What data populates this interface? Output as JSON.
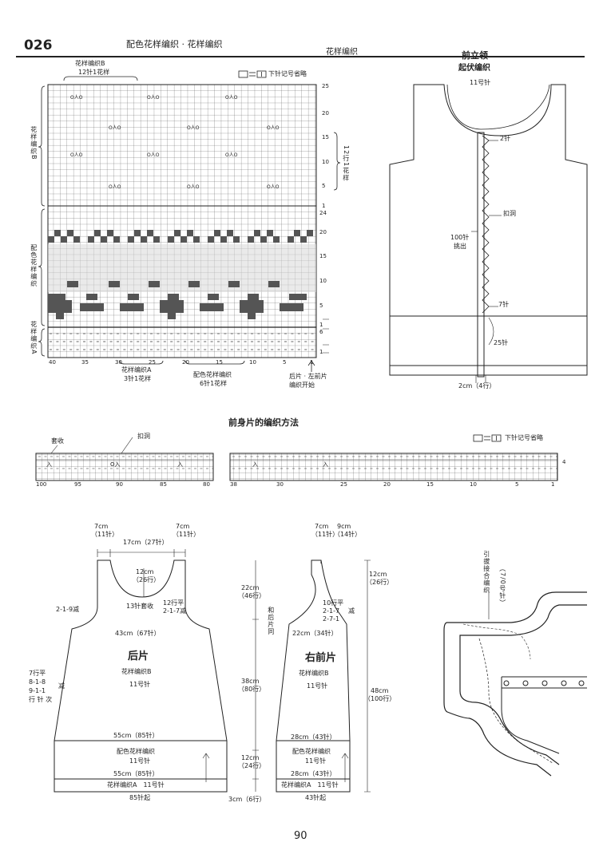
{
  "header": {
    "pattern_no": "026",
    "title": "配色花样编织 · 花样编织"
  },
  "chart1": {
    "title": "花样编织",
    "label_b_top": "花样编织B",
    "label_b_repeat": "12针1花样",
    "legend_text": "下针记号省略",
    "left_b": "花样编织B",
    "left_color": "配色花样编织",
    "left_a": "花样编织A",
    "row_nums_top": [
      "25",
      "20",
      "15",
      "10",
      "5",
      "1"
    ],
    "row_nums_mid": [
      "24"
    ],
    "row_nums_color": [
      "20",
      "15",
      "10",
      "5",
      "1"
    ],
    "row_nums_bottom": [
      "6",
      "1"
    ],
    "right_repeat": "12行1花样",
    "stitch_nums": [
      "40",
      "35",
      "30",
      "25",
      "20",
      "15",
      "10",
      "5",
      "1"
    ],
    "bottom_a": "花样编织A",
    "bottom_a_repeat": "3针1花样",
    "bottom_color": "配色花样编织",
    "bottom_color_repeat": "6针1花样",
    "bottom_start": "后片 · 左前片",
    "bottom_start2": "编织开始"
  },
  "collar": {
    "title": "前立领",
    "subtitle": "起伏编织",
    "needle": "11号针",
    "pick_up": "100针",
    "pick_up2": "挑出",
    "st_2": "2针",
    "buttonhole": "扣洞",
    "st_7": "7针",
    "st_25": "25针",
    "width": "2cm（4行）"
  },
  "front_method": {
    "title": "前身片的编织方法",
    "bind_off": "套收",
    "buttonhole": "扣洞",
    "legend_text": "下针记号省略",
    "row_no": "4",
    "nums_left": [
      "100",
      "95",
      "90",
      "85",
      "80"
    ],
    "nums_right": [
      "38",
      "30",
      "25",
      "20",
      "15",
      "10",
      "5",
      "1"
    ]
  },
  "back": {
    "strap_l": "7cm",
    "strap_l_st": "（11针）",
    "strap_r": "7cm",
    "strap_r_st": "（11针）",
    "neck_width": "17cm（27针）",
    "neck_depth": "12cm",
    "neck_depth_st": "（26行）",
    "armhole_dec": "2-1-9减",
    "neck_bind": "13针套收",
    "neck_rows": "12行平",
    "neck_dec": "2-1-7减",
    "bust": "43cm（67针）",
    "name": "后片",
    "stitch": "花样编织B",
    "needle": "11号针",
    "side_1": "7行平",
    "side_2": "8-1-8",
    "side_3": "9-1-1",
    "side_4": "行 针 次",
    "side_dec": "减",
    "hem1": "55cm（85针）",
    "color_band": "配色花样编织",
    "color_needle": "11号针",
    "hem2": "55cm（85针）",
    "band_a": "花样编织A　11号针",
    "cast_on": "85针起"
  },
  "dims_mid": {
    "upper": "22cm",
    "upper_rows": "（46行）",
    "body": "38cm",
    "body_rows": "（80行）",
    "band": "12cm",
    "band_rows": "（24行）",
    "hem_band": "3cm（6行）"
  },
  "right_front": {
    "strap": "7cm",
    "strap_st": "（11针）",
    "neck": "9cm",
    "neck_st": "（14针）",
    "neck_depth": "12cm",
    "neck_depth_st": "（26行）",
    "side_note": "和后片同",
    "neck_rows": "10行平",
    "neck_dec1": "2-1-7",
    "neck_dec2": "2-7-1",
    "neck_dec_label": "减",
    "bust": "22cm（34针）",
    "name": "右前片",
    "stitch": "花样编织B",
    "needle": "11号针",
    "total": "48cm",
    "total_rows": "（100行）",
    "hem1": "28cm（43针）",
    "color_band": "配色花样编织",
    "color_needle": "11号针",
    "hem2": "28cm（43针）",
    "band_a": "花样编织A　11号针",
    "cast_on": "43针起"
  },
  "crochet": {
    "label": "引拔接合编织",
    "needle": "（7/0号针）"
  },
  "page_number": "90"
}
